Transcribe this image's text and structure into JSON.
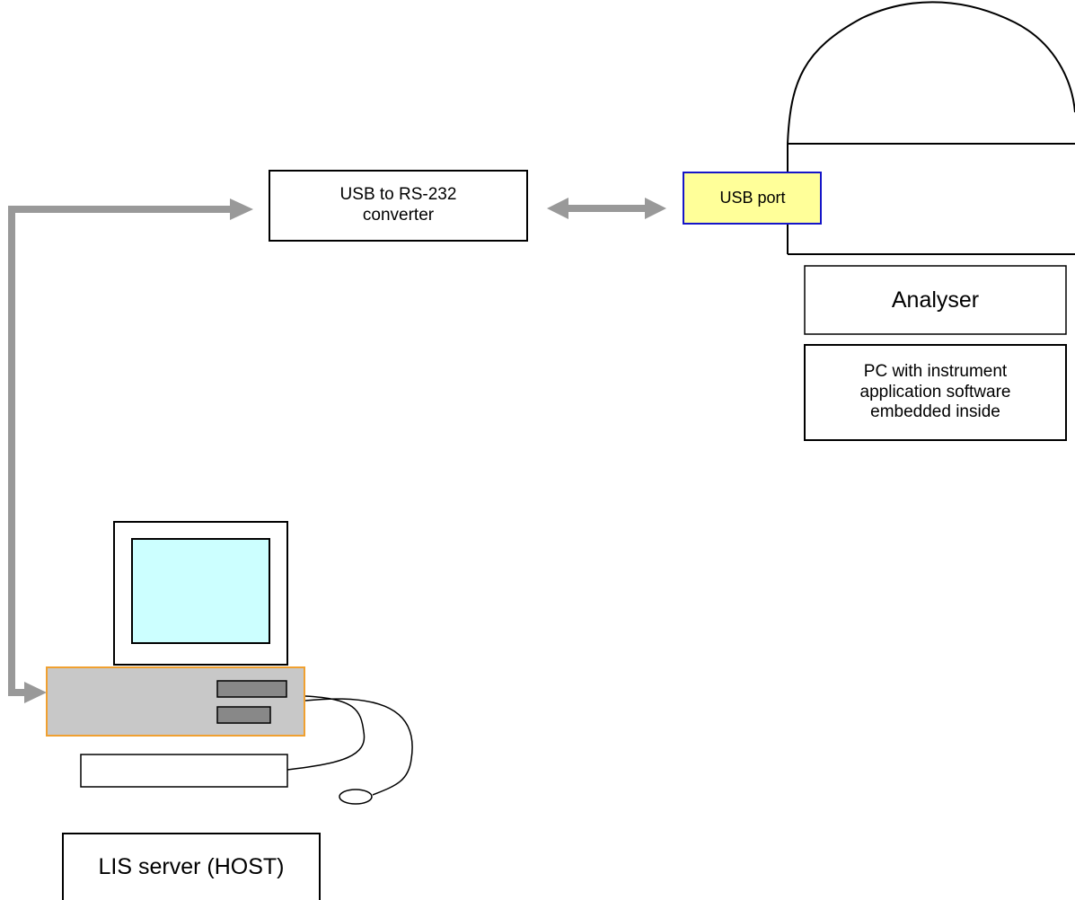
{
  "nodes": {
    "converter": {
      "label": "USB to RS-232\nconverter"
    },
    "usb_port": {
      "label": "USB port"
    },
    "analyser": {
      "label": "Analyser"
    },
    "pc": {
      "label": "PC with instrument\napplication software\nembedded inside"
    },
    "lis_server": {
      "label": "LIS server (HOST)"
    }
  },
  "colors": {
    "connector_arrow": "#999999",
    "usb_port_fill": "#ffff99",
    "usb_port_border": "#1515c8",
    "monitor_screen": "#ccffff",
    "host_unit_fill": "#c8c8c8",
    "host_unit_border": "#f0a030"
  },
  "icons": {
    "analyser_device": "analyser-device-icon",
    "computer": "computer-icon"
  }
}
